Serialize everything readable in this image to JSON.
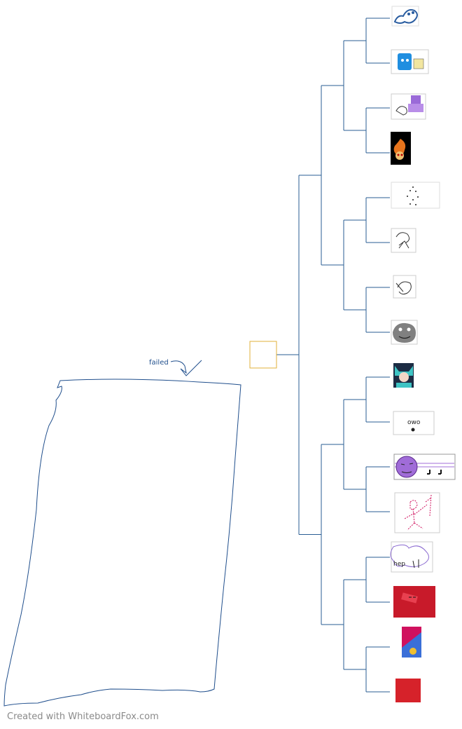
{
  "annotation": {
    "text": "failed"
  },
  "footer": {
    "text": "Created with WhiteboardFox.com"
  },
  "leaf_text": {
    "owo": "owo",
    "hep": "hep"
  },
  "colors": {
    "tree_line": "#2a5d93",
    "root_box": "#e2b23a",
    "ink": "#1f4e8c",
    "leaf_red": "#d6222a",
    "leaf_purple": "#a06cd8",
    "leaf_pink": "#d0115e",
    "leaf_blue": "#3a6fd8"
  },
  "bracket": {
    "root": "empty-box",
    "leaves": [
      {
        "icon": "scribble-blue-face-icon"
      },
      {
        "icon": "blue-character-icon"
      },
      {
        "icon": "purple-hat-doodle-icon"
      },
      {
        "icon": "fire-skull-icon"
      },
      {
        "icon": "dotted-figure-icon"
      },
      {
        "icon": "sketch-figure-icon"
      },
      {
        "icon": "sketch-girl-icon"
      },
      {
        "icon": "gray-blob-face-icon"
      },
      {
        "icon": "teal-hair-character-icon"
      },
      {
        "icon": "owo-text-icon"
      },
      {
        "icon": "purple-face-music-icon"
      },
      {
        "icon": "pink-dancer-sketch-icon"
      },
      {
        "icon": "hep-doodle-icon"
      },
      {
        "icon": "red-card-icon"
      },
      {
        "icon": "pink-blue-face-icon"
      },
      {
        "icon": "red-square-icon"
      }
    ]
  }
}
